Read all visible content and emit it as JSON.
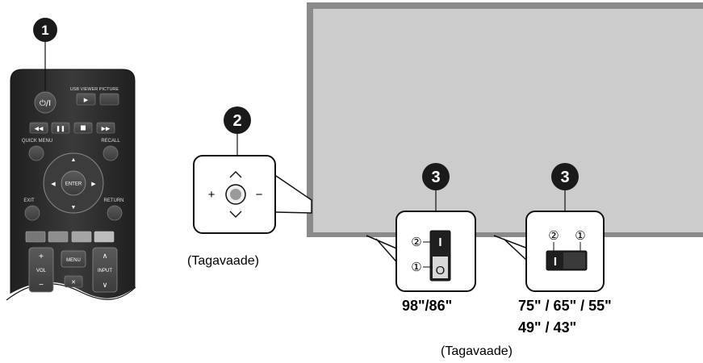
{
  "remote": {
    "callout": "1",
    "buttons": {
      "power": "⏻/I",
      "usb_viewer": "USB VIEWER",
      "picture": "PICTURE",
      "quick_menu": "QUICK MENU",
      "recall": "RECALL",
      "enter": "ENTER",
      "exit": "EXIT",
      "return": "RETURN",
      "vol": "VOL",
      "menu": "MENU",
      "input": "INPUT",
      "plus": "+",
      "minus": "−",
      "up": "∧",
      "down": "∨"
    }
  },
  "rear_control": {
    "callout": "2",
    "plus": "+",
    "minus": "−",
    "caption": "(Tagavaade)"
  },
  "switch_large": {
    "callout": "3",
    "pos2": "②",
    "pos1": "①",
    "mark_on": "I",
    "mark_off": "O",
    "label": "98\"/86\""
  },
  "switch_small": {
    "callout": "3",
    "pos2": "②",
    "pos1": "①",
    "mark_on": "I",
    "label_line1": "75\" / 65\" / 55\"",
    "label_line2": "49\" / 43\""
  },
  "bottom_caption": "(Tagavaade)",
  "colors": {
    "screen": "#cccccc",
    "bezel": "#8a8a8a",
    "remote": "#2d2d2d",
    "badge": "#1a1a1a"
  }
}
